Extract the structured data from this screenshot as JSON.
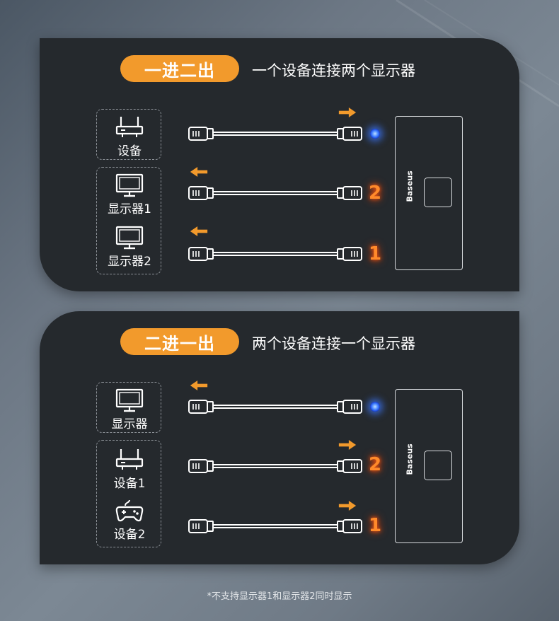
{
  "colors": {
    "accent": "#f29a2c",
    "panel": "#25292d",
    "number_glow": "#ff8a2a",
    "led_blue": "#3d7dff"
  },
  "top_panel": {
    "badge": "一进二出",
    "heading": "一个设备连接两个显示器",
    "devices": [
      {
        "label": "设备",
        "icon": "router-icon"
      },
      {
        "label": "显示器1",
        "icon": "monitor-icon"
      },
      {
        "label": "显示器2",
        "icon": "monitor-icon"
      }
    ],
    "ports": [
      {
        "indicator": "led",
        "arrow": "right"
      },
      {
        "indicator": "2",
        "arrow": "left"
      },
      {
        "indicator": "1",
        "arrow": "left"
      }
    ],
    "switch_brand": "Baseus"
  },
  "bottom_panel": {
    "badge": "二进一出",
    "heading": "两个设备连接一个显示器",
    "devices": [
      {
        "label": "显示器",
        "icon": "monitor-icon"
      },
      {
        "label": "设备1",
        "icon": "router-icon"
      },
      {
        "label": "设备2",
        "icon": "gamepad-icon"
      }
    ],
    "ports": [
      {
        "indicator": "led",
        "arrow": "left"
      },
      {
        "indicator": "2",
        "arrow": "right"
      },
      {
        "indicator": "1",
        "arrow": "right"
      }
    ],
    "switch_brand": "Baseus"
  },
  "footnote": "*不支持显示器1和显示器2同时显示"
}
